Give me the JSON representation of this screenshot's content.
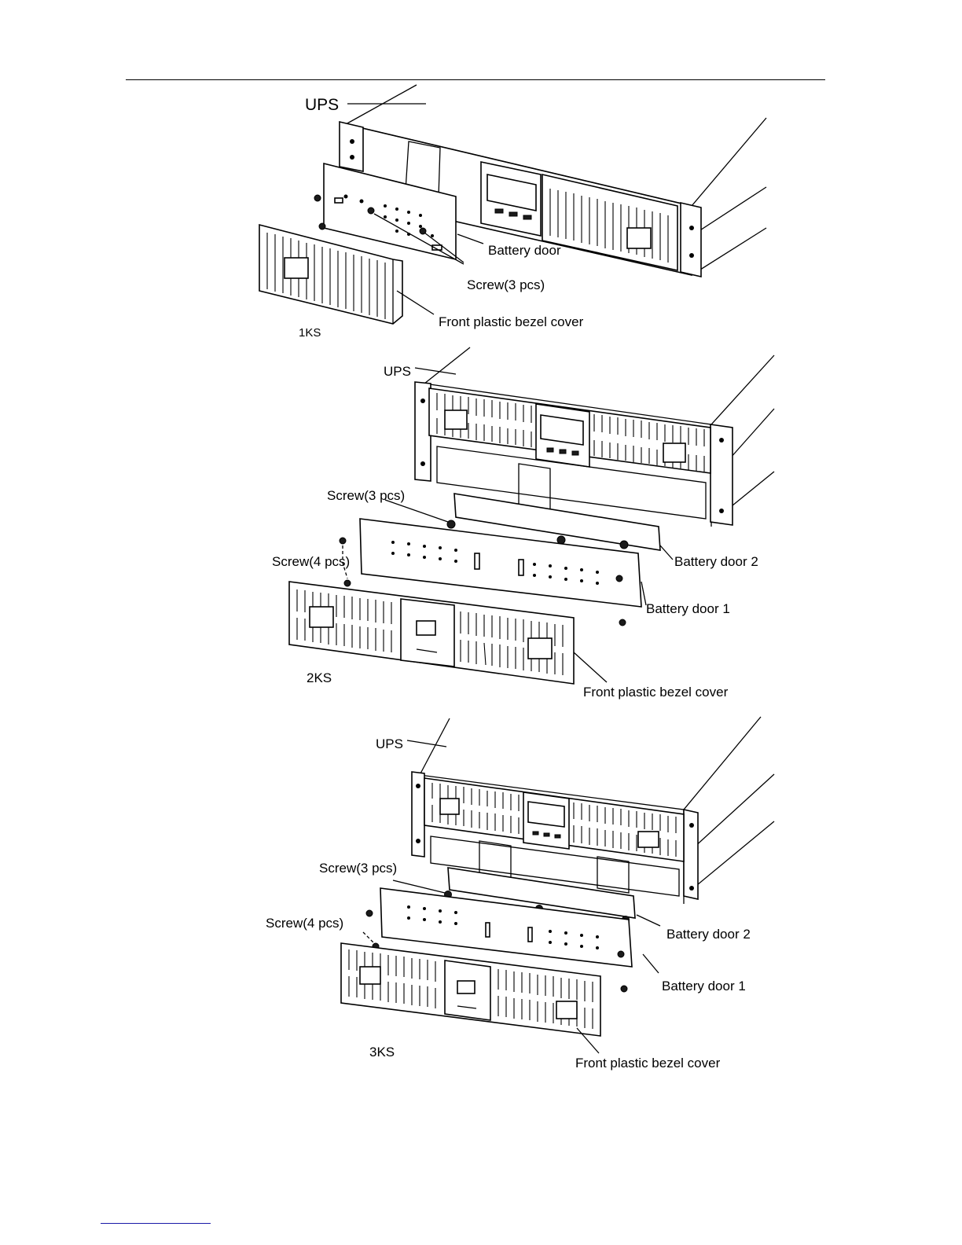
{
  "diagrams": [
    {
      "model": "1KS",
      "ups_label": "UPS",
      "battery_door_label": "Battery door",
      "screw_label": "Screw(3 pcs)",
      "bezel_label": "Front plastic bezel cover"
    },
    {
      "model": "2KS",
      "ups_label": "UPS",
      "screw_top_label": "Screw(3 pcs)",
      "screw_side_label": "Screw(4 pcs)",
      "battery_door_2_label": "Battery door 2",
      "battery_door_1_label": "Battery door 1",
      "bezel_label": "Front plastic bezel cover"
    },
    {
      "model": "3KS",
      "ups_label": "UPS",
      "screw_top_label": "Screw(3 pcs)",
      "screw_side_label": "Screw(4 pcs)",
      "battery_door_2_label": "Battery door 2",
      "battery_door_1_label": "Battery door 1",
      "bezel_label": "Front plastic bezel cover"
    }
  ]
}
